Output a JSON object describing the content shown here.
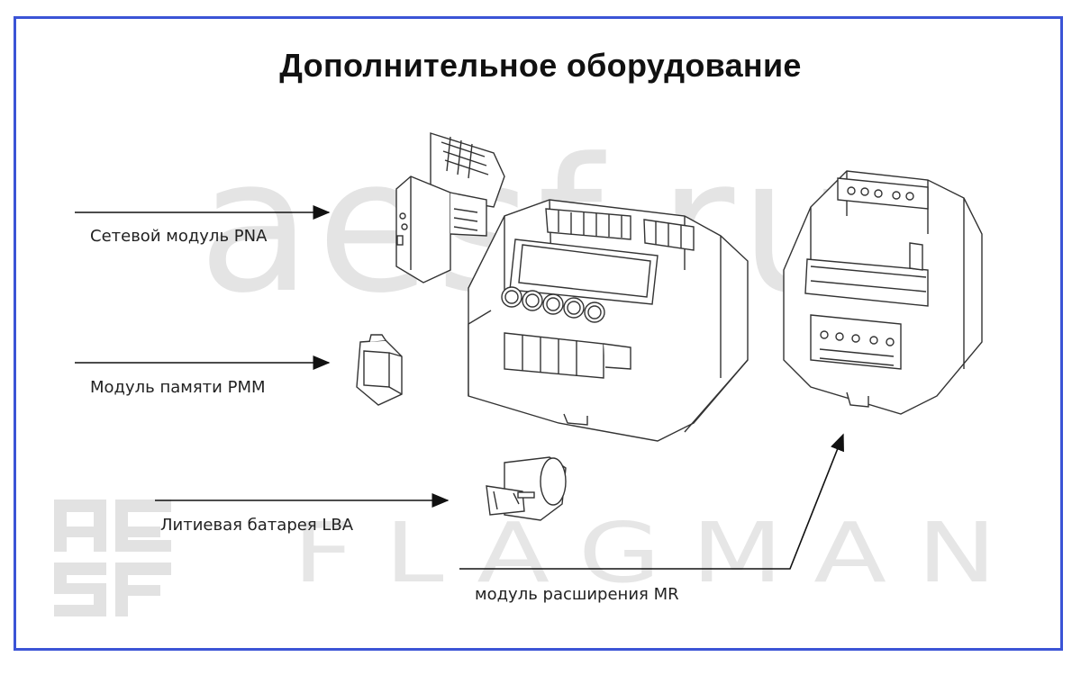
{
  "title": "Дополнительное оборудование",
  "watermark": {
    "top": "aesf.ru",
    "bottom": "FLAGMAN",
    "logo": "AESF"
  },
  "labels": {
    "network_module": "Сетевой модуль PNA",
    "memory_module": "Модуль памяти PMM",
    "lithium_battery": "Литиевая батарея LBA",
    "expansion_module": "модуль расширения MR"
  },
  "colors": {
    "frame": "#3b54d6",
    "line": "#222222",
    "watermark": "#e4e4e4"
  }
}
